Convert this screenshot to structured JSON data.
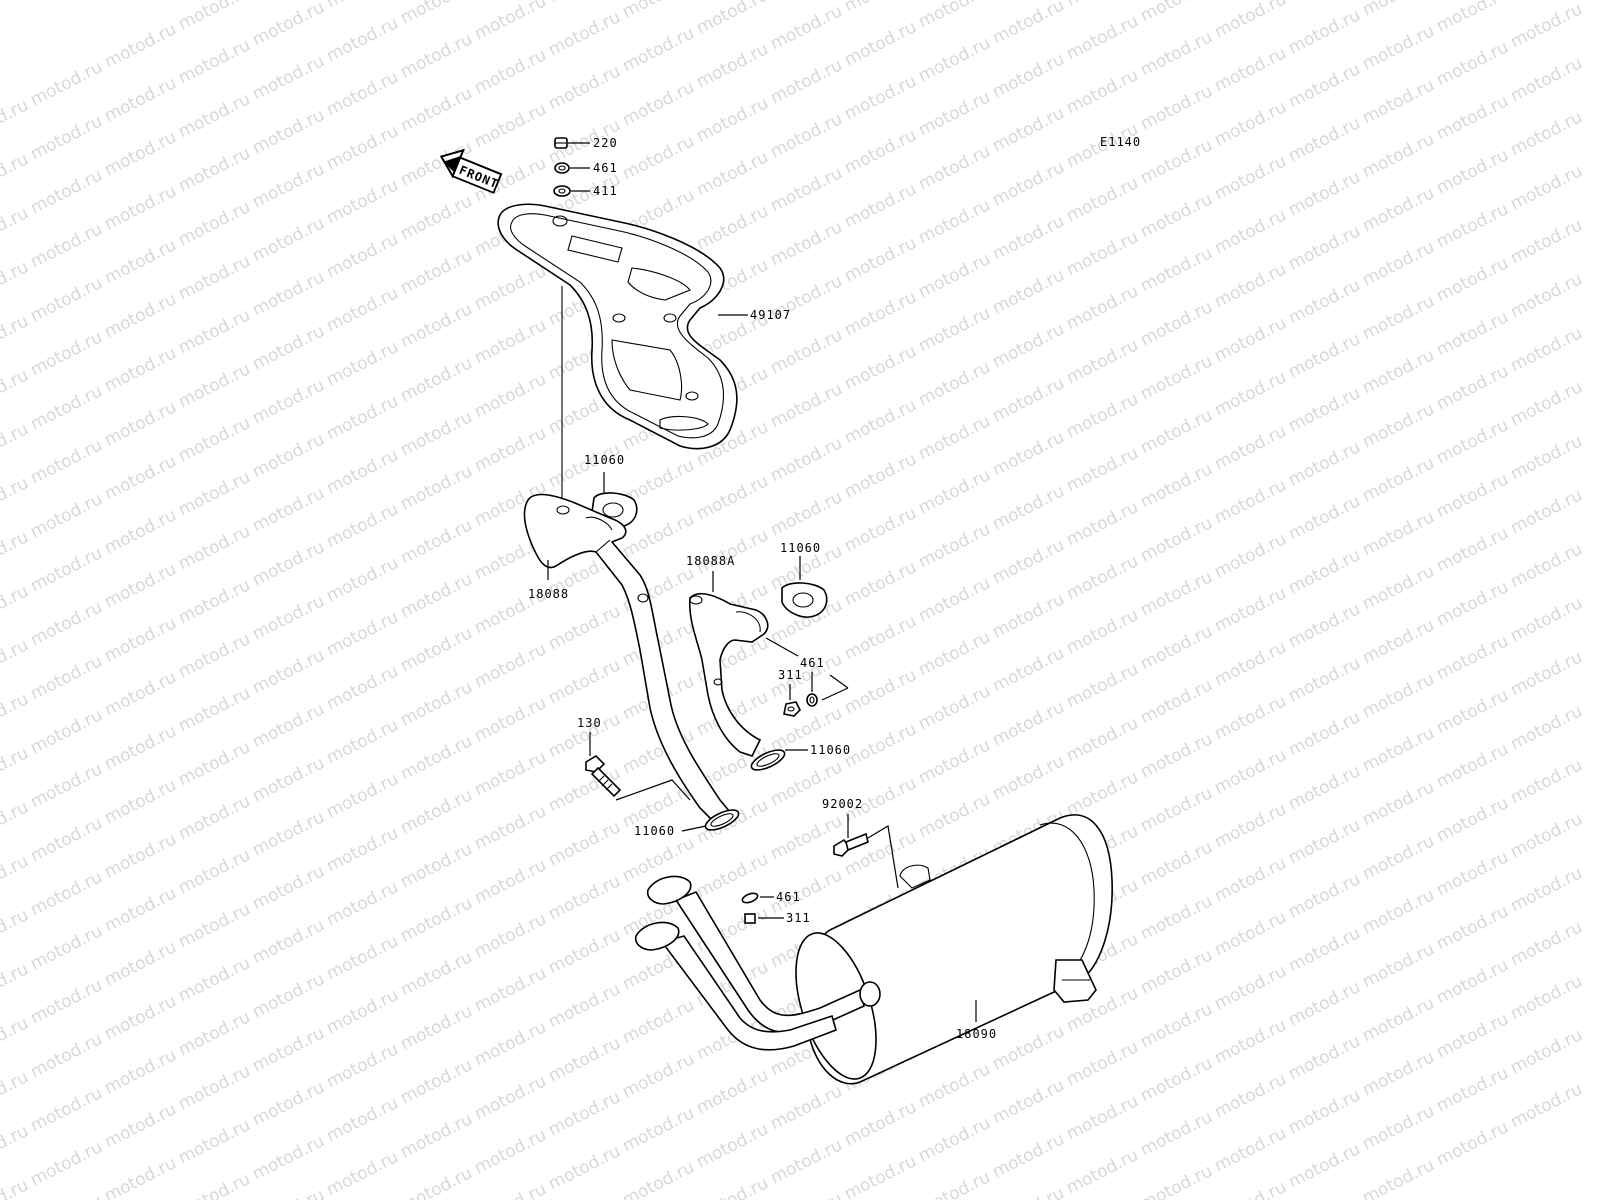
{
  "watermark": "motod.ru",
  "diagram_code": "E1140",
  "front_arrow": "FRONT",
  "labels": [
    {
      "id": "220",
      "text": "220"
    },
    {
      "id": "461a",
      "text": "461"
    },
    {
      "id": "411",
      "text": "411"
    },
    {
      "id": "49107",
      "text": "49107"
    },
    {
      "id": "11060a",
      "text": "11060"
    },
    {
      "id": "18088",
      "text": "18088"
    },
    {
      "id": "18088A",
      "text": "18088A"
    },
    {
      "id": "11060b",
      "text": "11060"
    },
    {
      "id": "461b",
      "text": "461"
    },
    {
      "id": "311a",
      "text": "311"
    },
    {
      "id": "11060c",
      "text": "11060"
    },
    {
      "id": "130",
      "text": "130"
    },
    {
      "id": "11060d",
      "text": "11060"
    },
    {
      "id": "92002",
      "text": "92002"
    },
    {
      "id": "461c",
      "text": "461"
    },
    {
      "id": "311b",
      "text": "311"
    },
    {
      "id": "18090",
      "text": "18090"
    }
  ]
}
